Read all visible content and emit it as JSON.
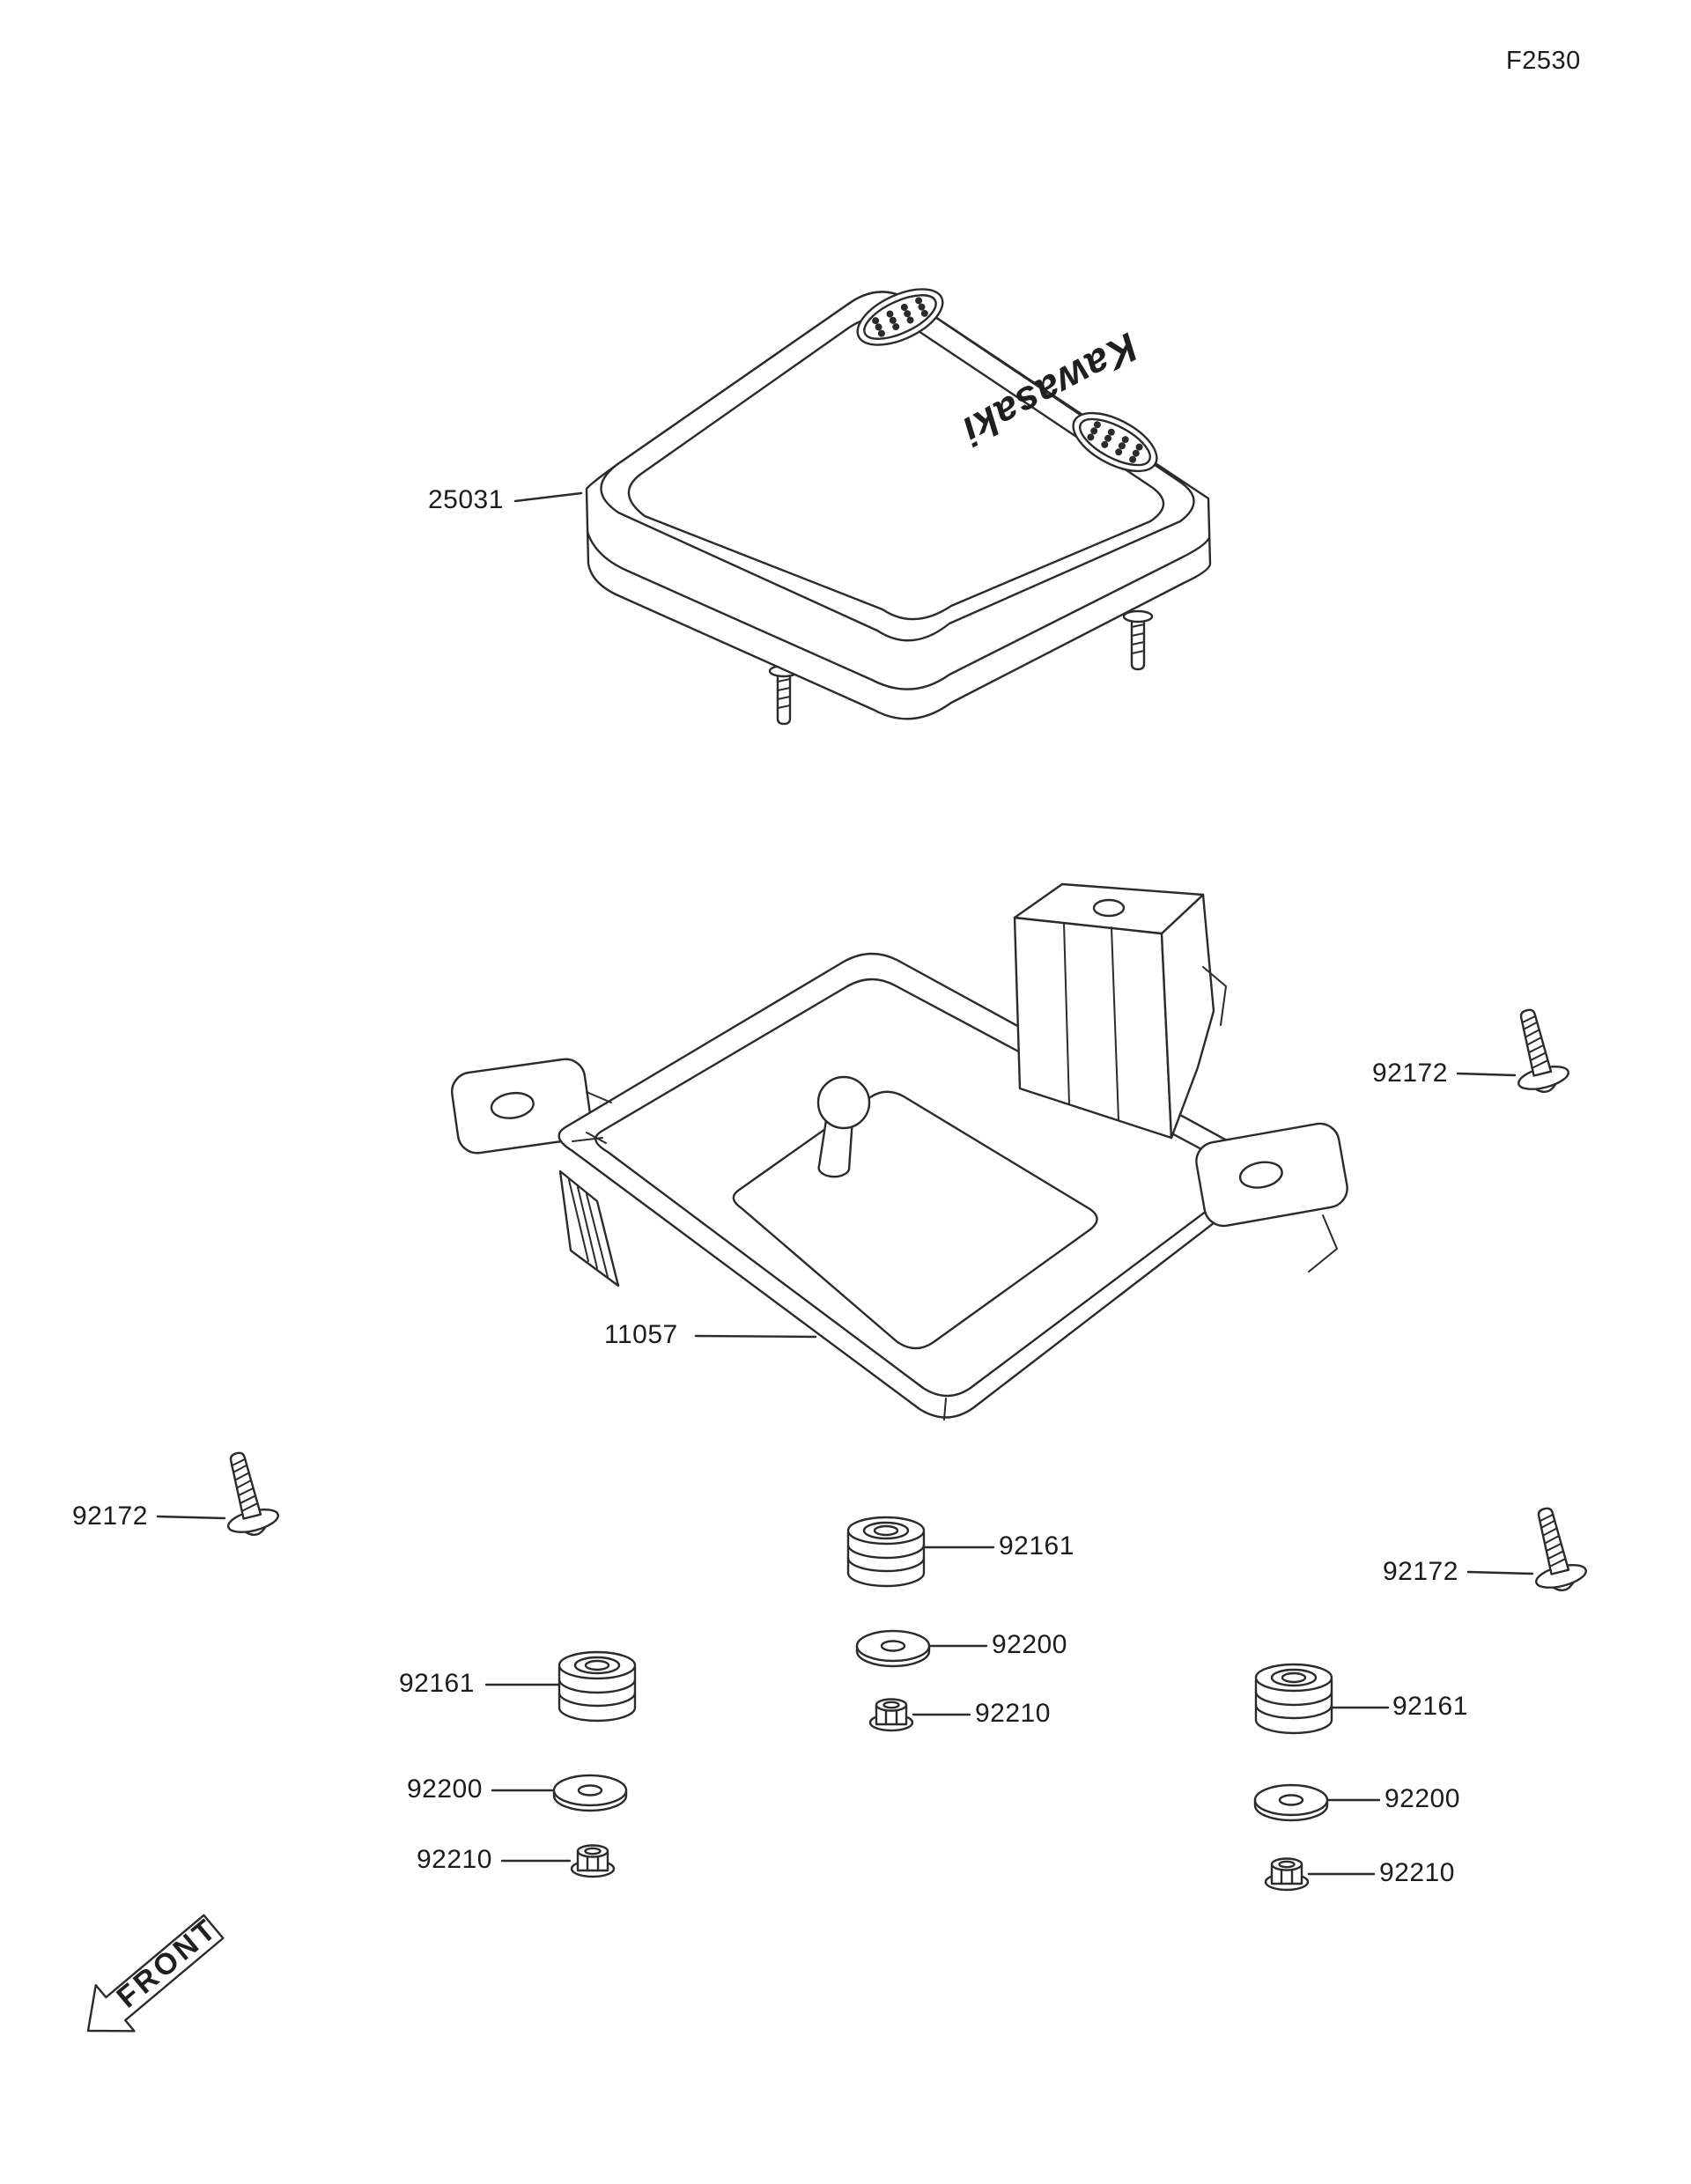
{
  "page_code": "F2530",
  "front_marker": "FRONT",
  "brand_logo": "Kawasaki",
  "labels": {
    "p25031": "25031",
    "p11057": "11057",
    "p92172": "92172",
    "p92161": "92161",
    "p92200": "92200",
    "p92210": "92210"
  }
}
